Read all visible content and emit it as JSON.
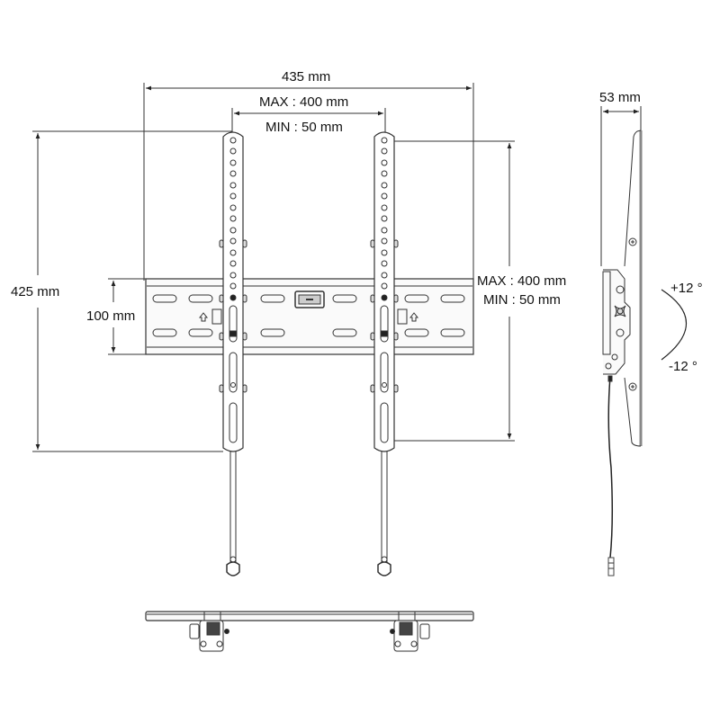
{
  "diagram": {
    "type": "technical-drawing",
    "subject": "tilting TV wall mount bracket",
    "views": [
      "front",
      "side",
      "top"
    ],
    "colors": {
      "line": "#222222",
      "fill_light": "#f2f2f2",
      "background": "#ffffff"
    }
  },
  "dimensions": {
    "overall_width": "435 mm",
    "vesa_horizontal_max": "MAX : 400 mm",
    "vesa_horizontal_min": "MIN : 50 mm",
    "overall_height": "425 mm",
    "plate_height": "100 mm",
    "vesa_vertical_max": "MAX : 400 mm",
    "vesa_vertical_min": "MIN : 50 mm",
    "depth": "53 mm",
    "tilt_up": "+12 °",
    "tilt_down": "-12 °"
  }
}
